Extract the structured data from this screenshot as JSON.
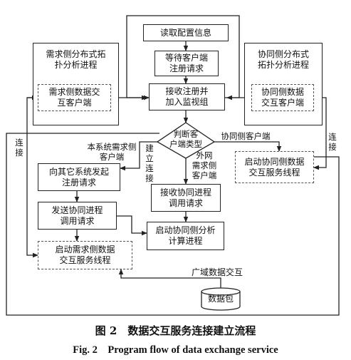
{
  "nodes": {
    "read_config": "读取配置信息",
    "wait_register": "等待客户端\n注册请求",
    "receive_register": "接收注册并\n加入监视组",
    "judge_client_type": "判断客\n户端类型",
    "demand_process": "需求侧分布式拓\n扑分析进程",
    "demand_client": "需求侧数据交\n互客户端",
    "coop_process": "协同侧分布式\n拓扑分析进程",
    "coop_client": "协同侧数据\n交互客户端",
    "send_register": "向其它系统发起\n注册请求",
    "send_call": "发送协同进程\n调用请求",
    "start_demand_service": "启动需求侧数据\n交互服务线程",
    "receive_coop_call": "接收协同进程\n调用请求",
    "start_coop_calc": "启动协同侧分析\n计算进程",
    "start_coop_service": "启动协同侧数据\n交互服务线程",
    "data_packet": "数据包"
  },
  "labels": {
    "local_demand_client": "本系统需求侧\n客户端",
    "coop_client_branch": "协同侧客户端",
    "external_demand_client": "外网\n需求侧\n客户端",
    "build_connection": "建立连接",
    "connect_left": "连接",
    "connect_right": "连接",
    "wan_exchange": "广域数据交互"
  },
  "caption": {
    "cn": "图 2　数据交互服务连接建立流程",
    "en": "Fig. 2　Program flow of data exchange service"
  }
}
